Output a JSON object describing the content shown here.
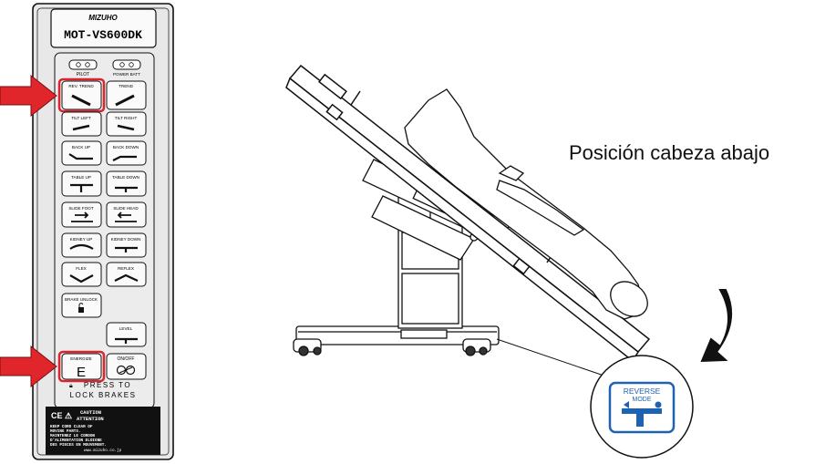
{
  "remote": {
    "brand": "MIZUHO",
    "model": "MOT-VS600DK",
    "indicators": [
      "PILOT",
      "POWER BATT"
    ],
    "buttons": [
      {
        "left": "REV. TREND",
        "right": "TREND"
      },
      {
        "left": "TILT LEFT",
        "right": "TILT RIGHT"
      },
      {
        "left": "BACK UP",
        "right": "BACK DOWN"
      },
      {
        "left": "TABLE UP",
        "right": "TABLE DOWN"
      },
      {
        "left": "SLIDE FOOT",
        "right": "SLIDE HEAD"
      },
      {
        "left": "KIDNEY UP",
        "right": "KIDNEY DOWN"
      },
      {
        "left": "FLEX",
        "right": "REFLEX"
      }
    ],
    "brake_unlock": "BRAKE UNLOCK",
    "level": "LEVEL",
    "energize": "ENERGIZE",
    "energize_letter": "E",
    "on_off": "ON/OFF",
    "press_line1": "PRESS TO",
    "press_line2": "LOCK BRAKES",
    "caution_marks": "CE ⚠",
    "caution_title": "CAUTION",
    "caution_subtitle": "ATTENTION",
    "caution_lines": [
      "KEEP CORD CLEAR OF",
      "MOVING PARTS.",
      "MAINTENEZ LE CORDON",
      "D'ALIMENTATION ELOIGNE",
      "DES PIECES EN MOUVEMENT."
    ],
    "website": "www.mizuho.co.jp"
  },
  "caption": "Posición cabeza abajo",
  "badge": {
    "line1": "REVERSE",
    "line2": "MODE"
  },
  "colors": {
    "highlight": "#d9252e",
    "arrow": "#e0262b",
    "badge_blue": "#1e62b0",
    "panel": "#e9e9e9"
  }
}
